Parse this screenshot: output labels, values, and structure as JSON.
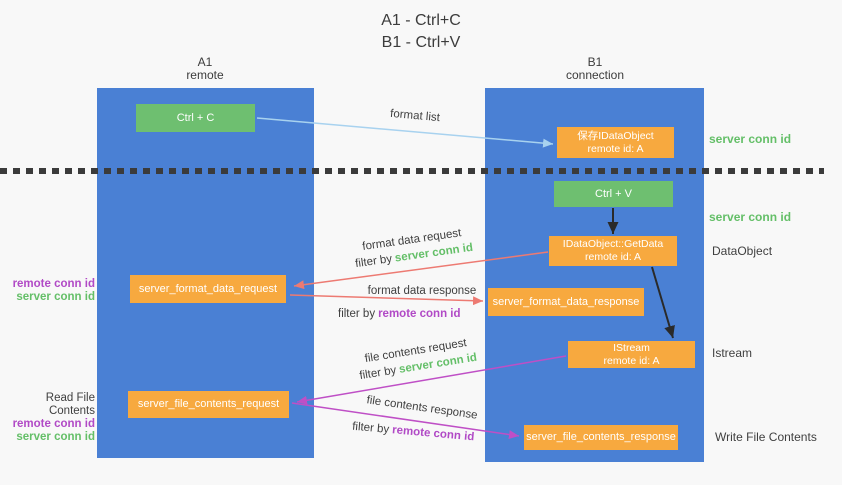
{
  "title": {
    "line1": "A1 - Ctrl+C",
    "line2": "B1 - Ctrl+V"
  },
  "lanes": {
    "a": {
      "id": "A1",
      "label": "remote"
    },
    "b": {
      "id": "B1",
      "label": "connection"
    }
  },
  "nodes": {
    "ctrl_c": {
      "label": "Ctrl + C"
    },
    "ctrl_v": {
      "label": "Ctrl + V"
    },
    "save_dataobject": {
      "line1": "保存IDataObject",
      "line2": "remote id: A"
    },
    "getdata": {
      "line1": "IDataObject::GetData",
      "line2": "remote id: A"
    },
    "istream": {
      "line1": "IStream",
      "line2": "remote id: A"
    },
    "format_request": {
      "label": "server_format_data_request"
    },
    "format_response": {
      "label": "server_format_data_response"
    },
    "file_request": {
      "label": "server_file_contents_request"
    },
    "file_response": {
      "label": "server_file_contents_response"
    }
  },
  "arrows": {
    "format_list": {
      "label": "format list"
    },
    "format_data_request": {
      "label": "format data request",
      "filter_prefix": "filter by",
      "filter_key": "server conn id"
    },
    "format_data_response": {
      "label": "format data response",
      "filter_prefix": "filter by",
      "filter_key": "remote conn id"
    },
    "file_contents_request": {
      "label": "file contents request",
      "filter_prefix": "filter by",
      "filter_key": "server conn id"
    },
    "file_contents_response": {
      "label": "file contents response",
      "filter_prefix": "filter by",
      "filter_key": "remote conn id"
    }
  },
  "annotations": {
    "server_conn_id_top": "server conn id",
    "server_conn_id_mid": "server conn id",
    "dataobject": "DataObject",
    "istream": "Istream",
    "write_file_contents": "Write File Contents",
    "read_file_contents": "Read File Contents",
    "left1_remote_conn_id": "remote conn id",
    "left1_server_conn_id": "server conn id",
    "left2_remote_conn_id": "remote conn id",
    "left2_server_conn_id": "server conn id"
  },
  "colors": {
    "lane_blue": "#4a80d4",
    "node_green": "#6ebf70",
    "node_orange": "#f7a93f",
    "arrow_blue": "#a8d2ef",
    "arrow_red": "#ed7a72",
    "arrow_magenta": "#bf4fc6",
    "arrow_black": "#2a2a2a",
    "text_green": "#64bf68",
    "text_purple": "#b14ac6",
    "text_dark": "#3f3f3f",
    "background": "#f8f8f8"
  }
}
